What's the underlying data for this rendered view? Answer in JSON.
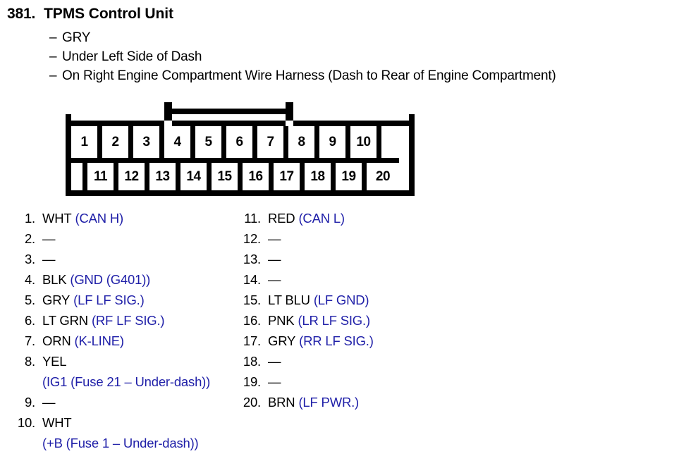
{
  "header": {
    "item_number": "381.",
    "title": "TPMS Control Unit",
    "dash": "–",
    "bullets": [
      "GRY",
      "Under Left Side of Dash",
      "On Right Engine Compartment Wire Harness (Dash to Rear of Engine Compartment)"
    ]
  },
  "connector": {
    "top_row_pins": [
      "1",
      "2",
      "3",
      "4",
      "5",
      "6",
      "7",
      "8",
      "9",
      "10"
    ],
    "bottom_row_pins": [
      "11",
      "12",
      "13",
      "14",
      "15",
      "16",
      "17",
      "18",
      "19",
      "20"
    ]
  },
  "colors": {
    "function_text": "#1f1fa8",
    "wire_text": "#000000",
    "outline": "#000000",
    "background": "#ffffff"
  },
  "pins": {
    "left_column": [
      {
        "num": "1.",
        "wire": "WHT",
        "func": "(CAN H)",
        "sub": ""
      },
      {
        "num": "2.",
        "wire": "—",
        "func": "",
        "sub": ""
      },
      {
        "num": "3.",
        "wire": "—",
        "func": "",
        "sub": ""
      },
      {
        "num": "4.",
        "wire": "BLK",
        "func": "(GND (G401))",
        "sub": ""
      },
      {
        "num": "5.",
        "wire": "GRY",
        "func": "(LF LF SIG.)",
        "sub": ""
      },
      {
        "num": "6.",
        "wire": "LT GRN",
        "func": "(RF LF SIG.)",
        "sub": ""
      },
      {
        "num": "7.",
        "wire": "ORN",
        "func": "(K-LINE)",
        "sub": ""
      },
      {
        "num": "8.",
        "wire": "YEL",
        "func": "",
        "sub": "(IG1 (Fuse 21 – Under-dash))"
      },
      {
        "num": "9.",
        "wire": "—",
        "func": "",
        "sub": ""
      },
      {
        "num": "10.",
        "wire": "WHT",
        "func": "",
        "sub": "(+B (Fuse 1 – Under-dash))"
      }
    ],
    "right_column": [
      {
        "num": "11.",
        "wire": "RED",
        "func": "(CAN L)",
        "sub": ""
      },
      {
        "num": "12.",
        "wire": "—",
        "func": "",
        "sub": ""
      },
      {
        "num": "13.",
        "wire": "—",
        "func": "",
        "sub": ""
      },
      {
        "num": "14.",
        "wire": "—",
        "func": "",
        "sub": ""
      },
      {
        "num": "15.",
        "wire": "LT BLU",
        "func": "(LF GND)",
        "sub": ""
      },
      {
        "num": "16.",
        "wire": "PNK",
        "func": "(LR LF SIG.)",
        "sub": ""
      },
      {
        "num": "17.",
        "wire": "GRY",
        "func": "(RR LF SIG.)",
        "sub": ""
      },
      {
        "num": "18.",
        "wire": "—",
        "func": "",
        "sub": ""
      },
      {
        "num": "19.",
        "wire": "—",
        "func": "",
        "sub": ""
      },
      {
        "num": "20.",
        "wire": "BRN",
        "func": "(LF PWR.)",
        "sub": ""
      }
    ]
  }
}
